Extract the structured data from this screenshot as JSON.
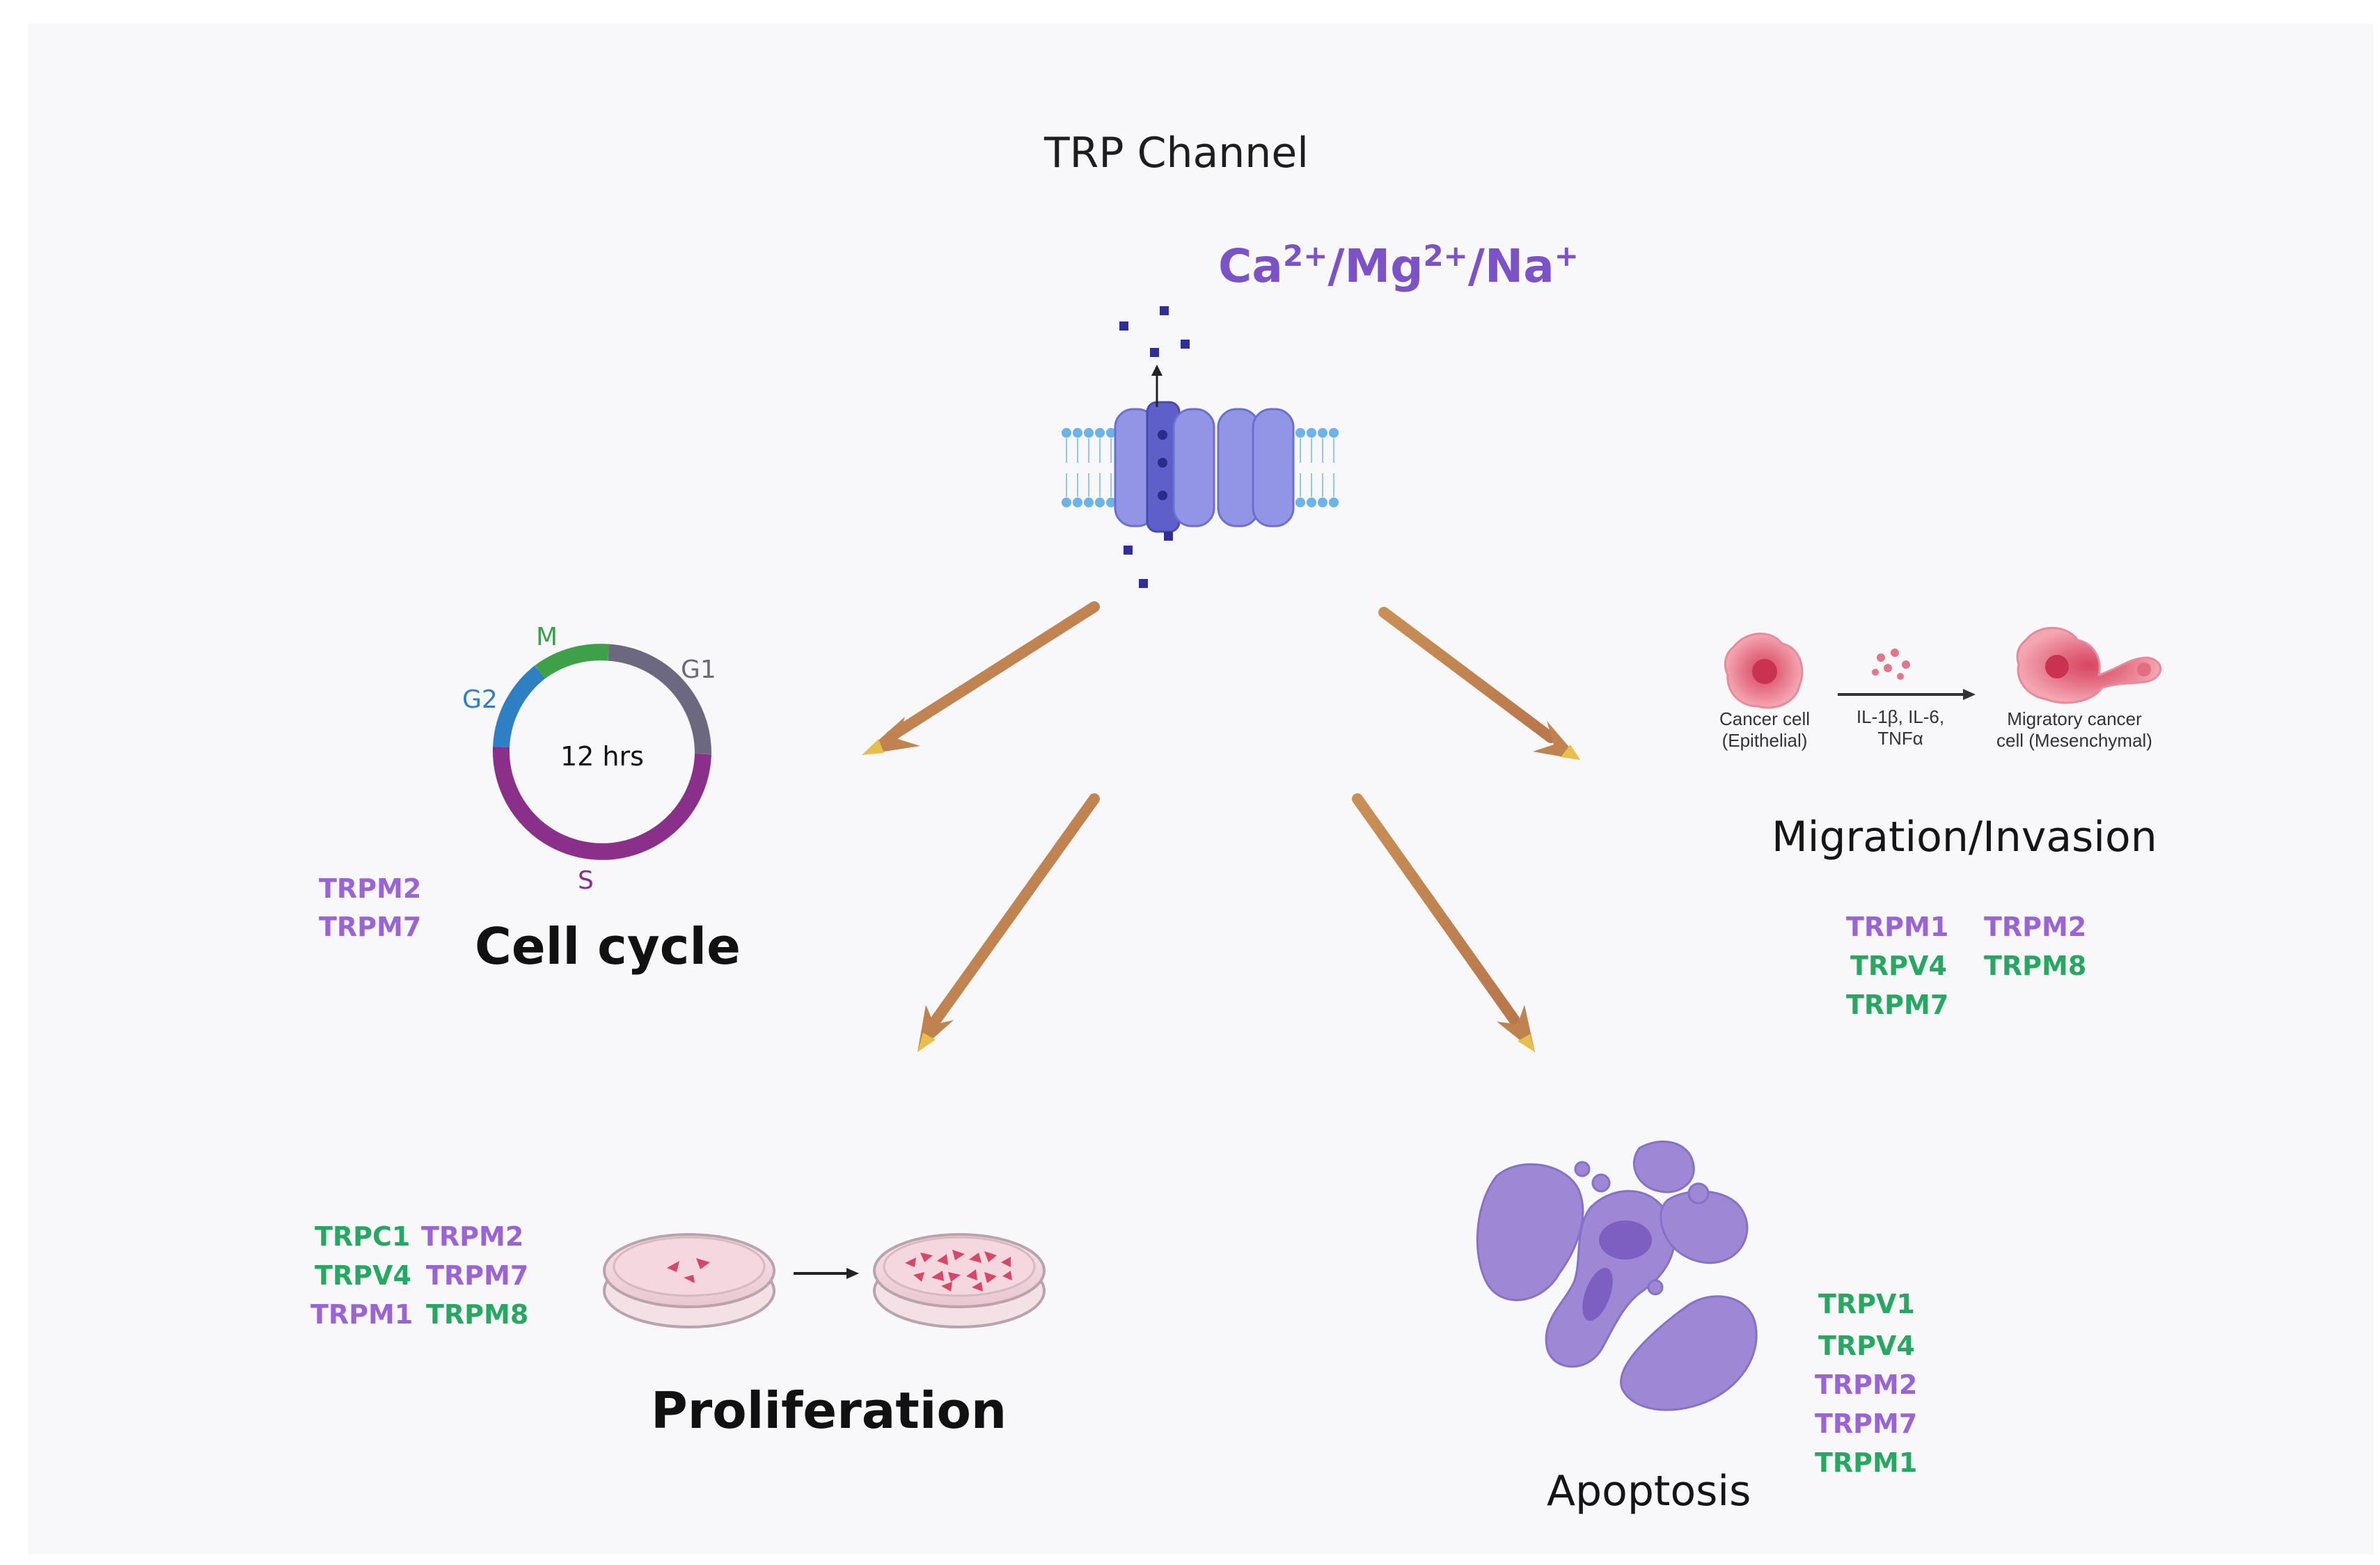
{
  "title": "TRP Channel",
  "ions": {
    "ca": "Ca",
    "ca_sup": "2+",
    "mg": "/Mg",
    "mg_sup": "2+",
    "na": "/Na",
    "na_sup": "+"
  },
  "cell_cycle": {
    "label": "Cell cycle",
    "center": "12 hrs",
    "phases": {
      "m": "M",
      "g1": "G1",
      "g2": "G2",
      "s": "S"
    },
    "phase_colors": {
      "m": "#3ea14a",
      "g1": "#6b6880",
      "g2": "#2f7fc4",
      "s": "#8a2f8a"
    },
    "channels": [
      "TRPM2",
      "TRPM7"
    ]
  },
  "migration": {
    "label": "Migration/Invasion",
    "cell_left": [
      "Cancer cell",
      "(Epithelial)"
    ],
    "signals": [
      "IL-1β, IL-6,",
      "TNFα"
    ],
    "cell_right": [
      "Migratory cancer",
      "cell (Mesenchymal)"
    ],
    "channels": [
      "TRPM1",
      "TRPM2",
      "TRPV4",
      "TRPM8",
      "TRPM7"
    ]
  },
  "proliferation": {
    "label": "Proliferation",
    "channels": [
      "TRPC1",
      "TRPM2",
      "TRPV4",
      "TRPM7",
      "TRPM1",
      "TRPM8"
    ]
  },
  "apoptosis": {
    "label": "Apoptosis",
    "channels": [
      "TRPV1",
      "TRPV4",
      "TRPM2",
      "TRPM7",
      "TRPM1"
    ]
  },
  "colors": {
    "green": "#27a862",
    "purple": "#9a63d6",
    "ion_purple": "#7b52c8",
    "channel": "#8f92e6"
  }
}
